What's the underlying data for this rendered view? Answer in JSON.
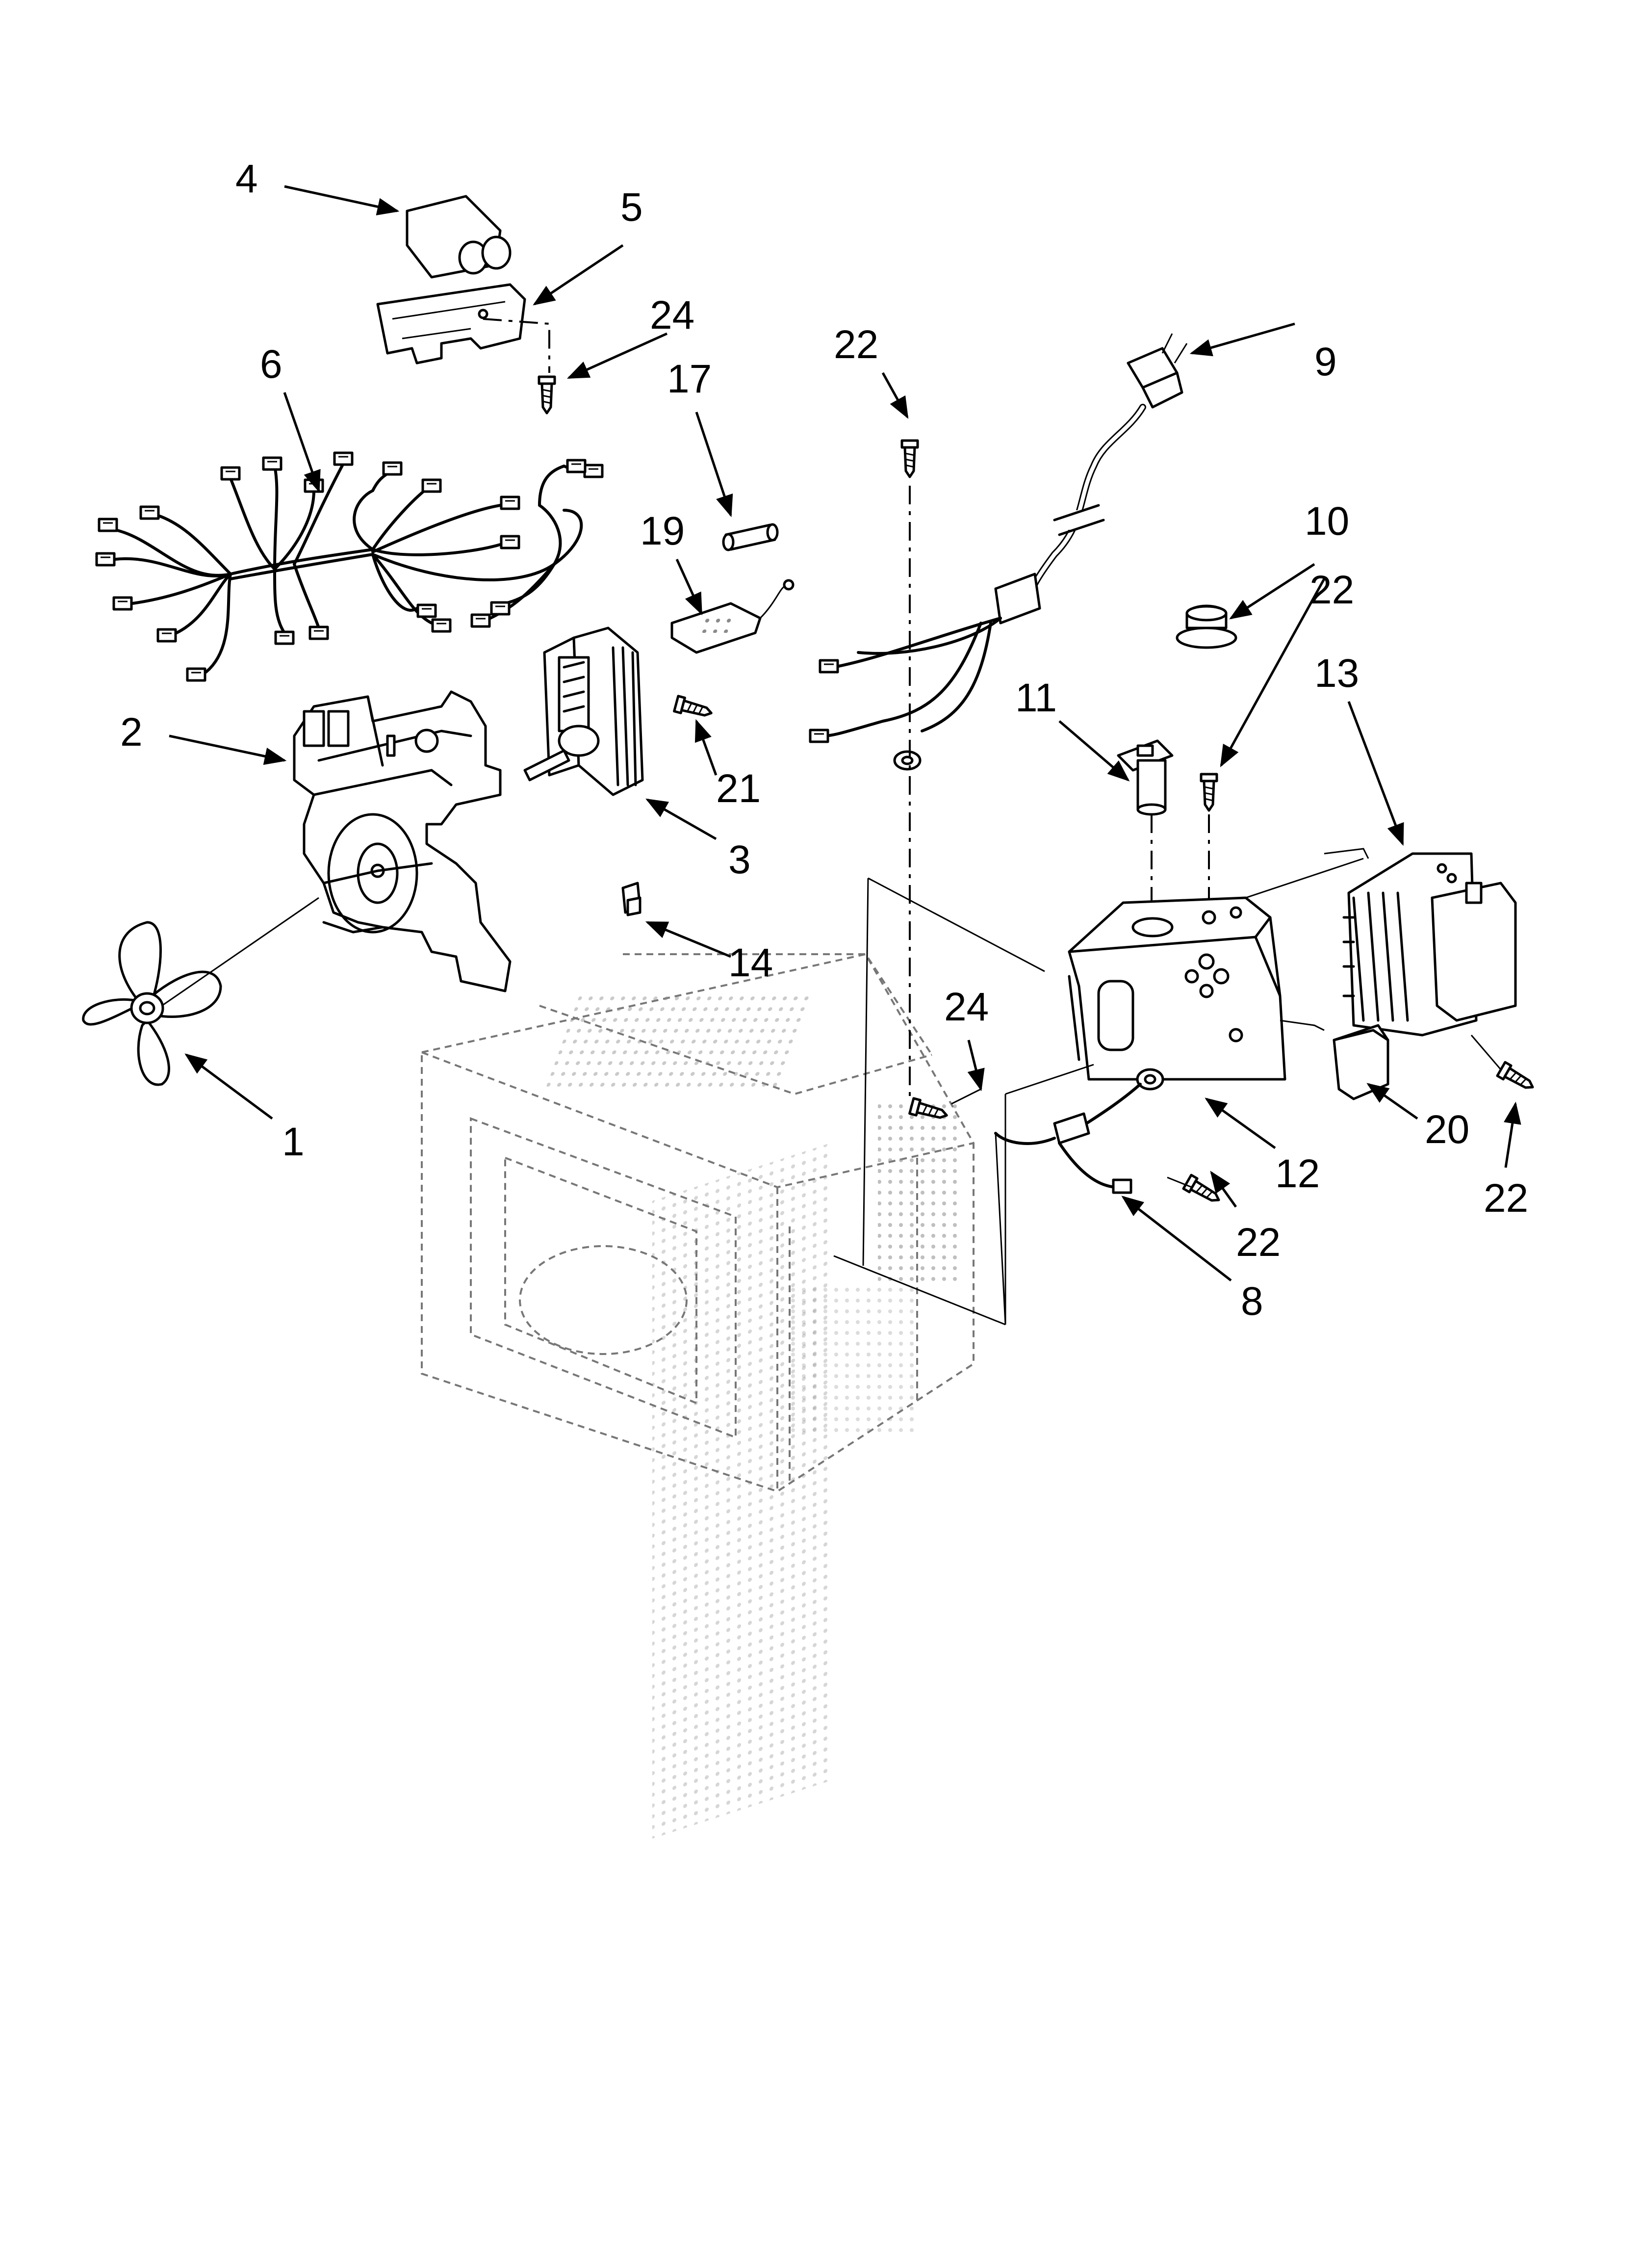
{
  "diagram": {
    "callouts": {
      "c1": "1",
      "c2": "2",
      "c3": "3",
      "c4": "4",
      "c5": "5",
      "c6": "6",
      "c8": "8",
      "c9": "9",
      "c10": "10",
      "c11": "11",
      "c12": "12",
      "c13": "13",
      "c14": "14",
      "c17": "17",
      "c19": "19",
      "c20": "20",
      "c21": "21",
      "c22a": "22",
      "c22b": "22",
      "c22c": "22",
      "c22d": "22",
      "c24a": "24",
      "c24b": "24"
    }
  }
}
